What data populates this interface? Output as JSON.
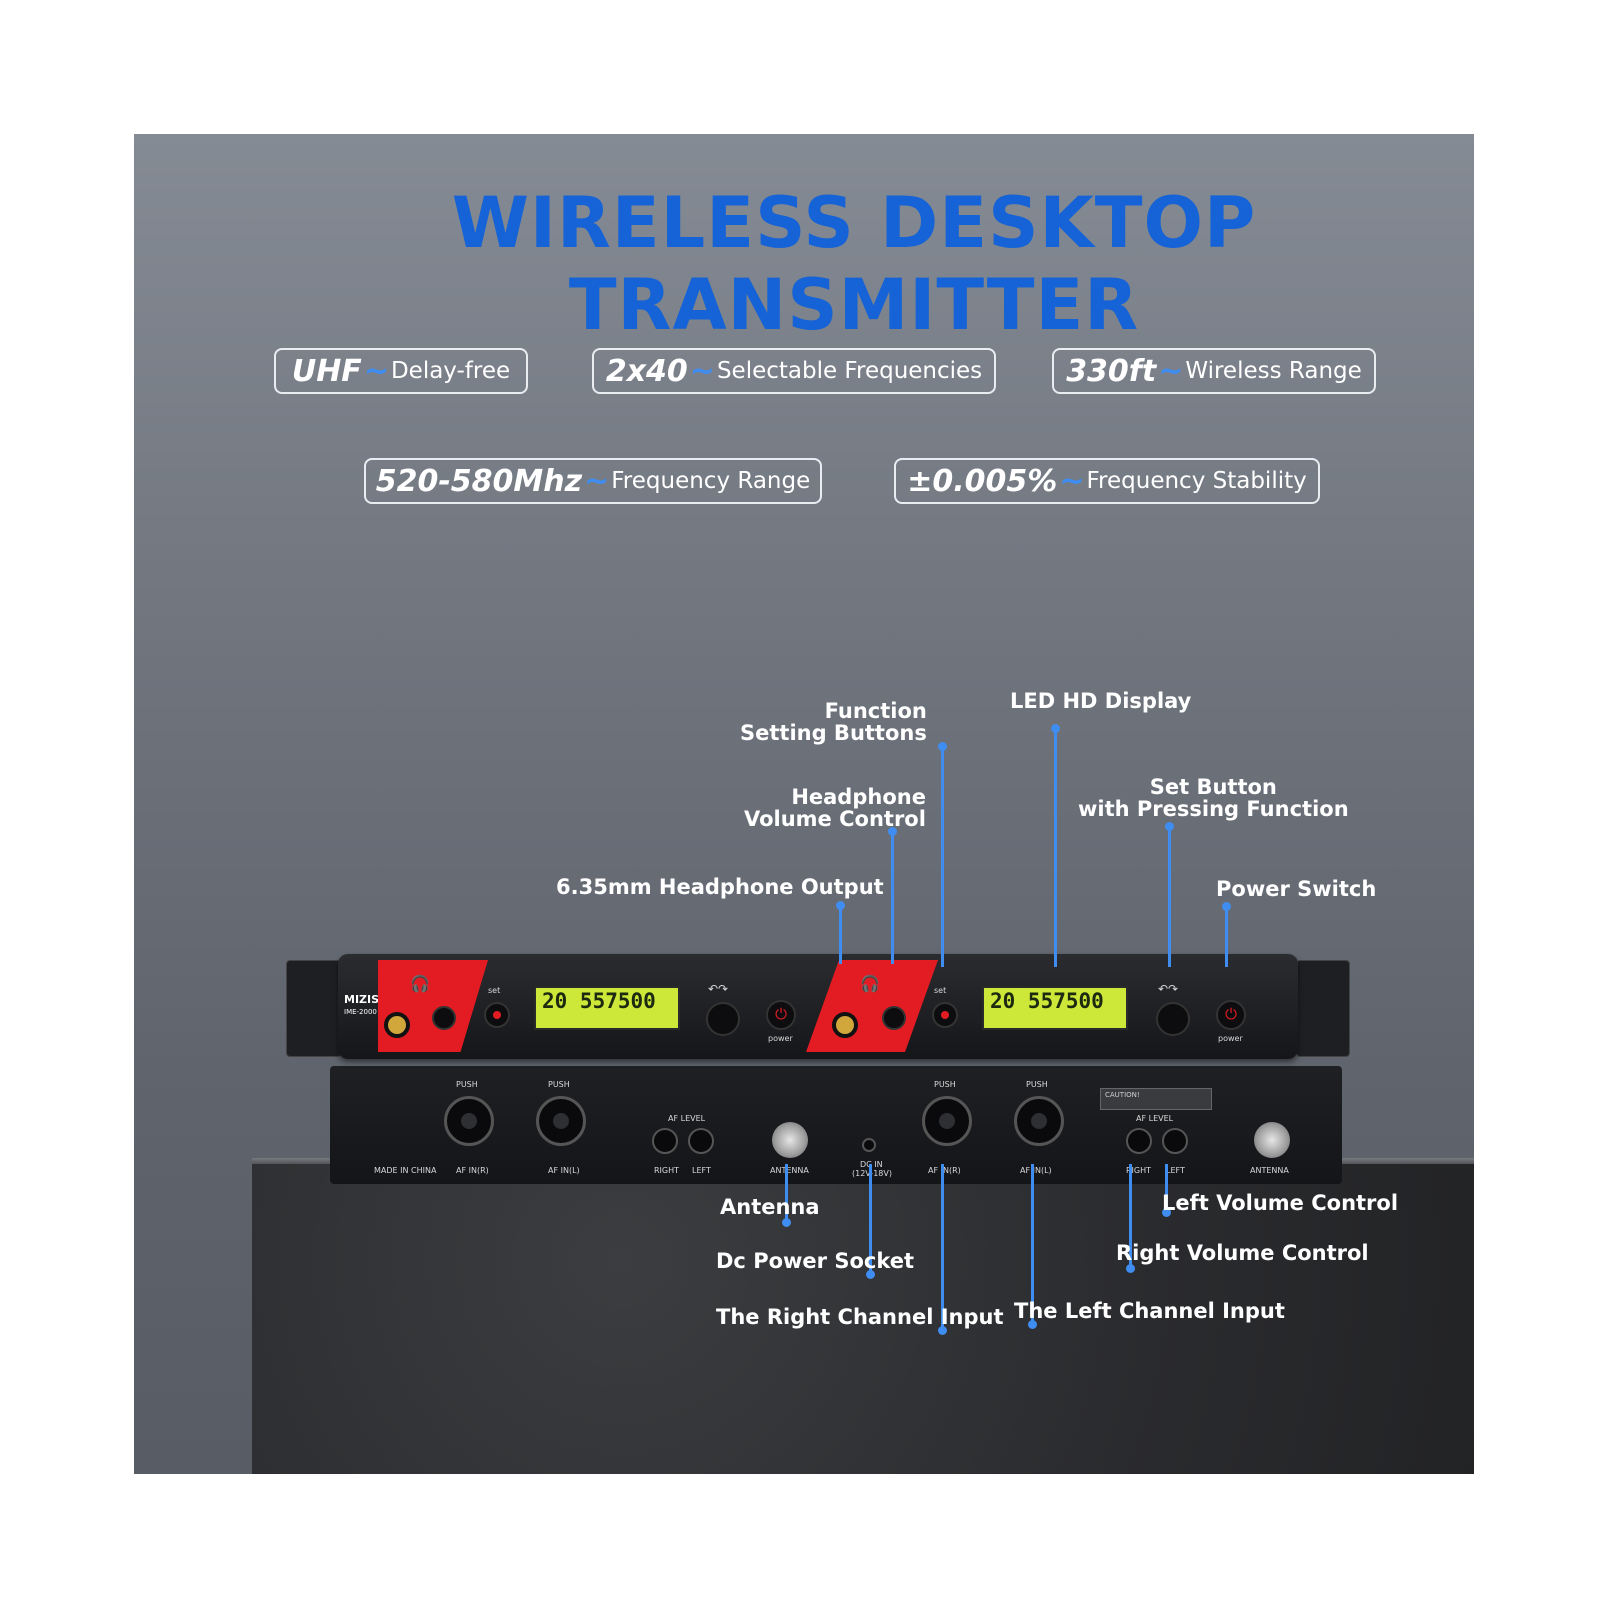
{
  "title": "WIRELESS DESKTOP TRANSMITTER",
  "features": [
    {
      "big": "UHF",
      "small": "Delay-free"
    },
    {
      "big": "2x40",
      "small": "Selectable Frequencies"
    },
    {
      "big": "330ft",
      "small": "Wireless Range"
    },
    {
      "big": "520-580Mhz",
      "small": "Frequency Range"
    },
    {
      "big": "±0.005%",
      "small": "Frequency Stability"
    }
  ],
  "tilde": "~",
  "labels": {
    "function_setting_line1": "Function",
    "function_setting_line2": "Setting Buttons",
    "led_display": "LED HD Display",
    "headphone_volume_line1": "Headphone",
    "headphone_volume_line2": "Volume Control",
    "set_button_line1": "Set Button",
    "set_button_line2": "with Pressing Function",
    "headphone_output": "6.35mm Headphone Output",
    "power_switch": "Power Switch",
    "antenna": "Antenna",
    "dc_power": "Dc  Power Socket",
    "right_channel_input": "The Right Channel Input",
    "left_volume": "Left Volume Control",
    "right_volume": "Right Volume Control",
    "left_channel_input": "The Left Channel Input"
  },
  "device": {
    "brand": "MIZISNR",
    "model": "IME-2000",
    "set_label": "set",
    "power_label": "power",
    "lcd_text": "20 557500",
    "rear_made": "MADE IN CHINA",
    "af_in_r": "AF IN(R)",
    "af_in_l": "AF IN(L)",
    "push": "PUSH",
    "af_level": "AF LEVEL",
    "right": "RIGHT",
    "left": "LEFT",
    "antenna": "ANTENNA",
    "dc_in": "DC IN",
    "dc_in_volt": "(12V-18V)",
    "caution": "CAUTION!"
  },
  "colors": {
    "accent": "#3f8df0",
    "title": "#1563d6",
    "front_red": "#e31c23",
    "lcd": "#cde839"
  }
}
